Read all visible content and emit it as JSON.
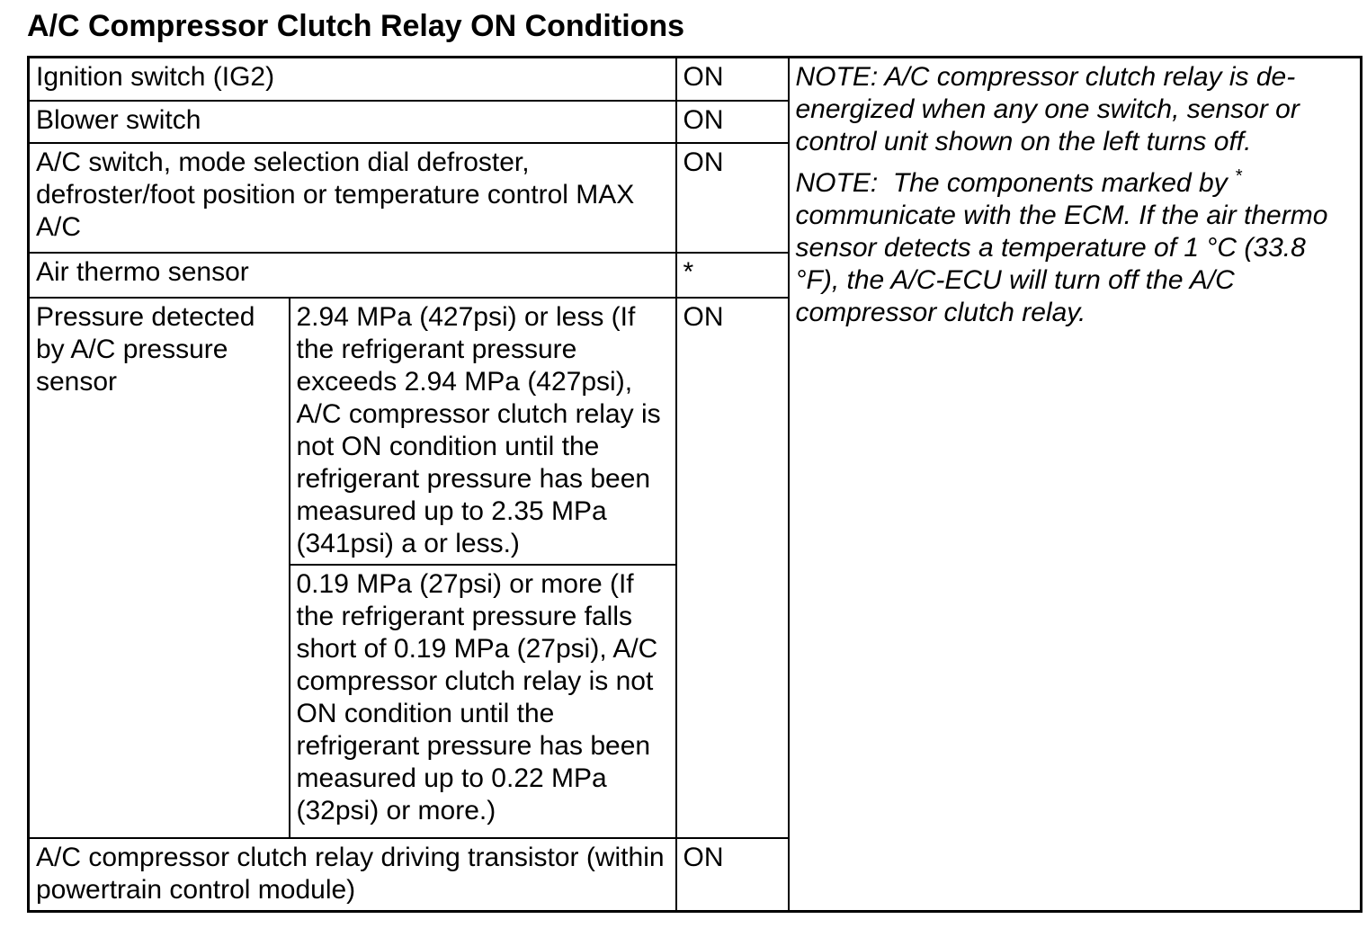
{
  "page_title": "A/C Compressor Clutch Relay ON Conditions",
  "table": {
    "rows": [
      {
        "label": "Ignition switch (IG2)",
        "state": "ON"
      },
      {
        "label": "Blower switch",
        "state": "ON"
      },
      {
        "label": "A/C switch, mode selection dial defroster, defroster/foot position or temperature control MAX A/C",
        "state": "ON"
      },
      {
        "label": "Air thermo sensor",
        "state": "*"
      },
      {
        "label": "Pressure detected by A/C pressure sensor",
        "state": "ON",
        "conditions": [
          "2.94 MPa (427psi) or less (If the refrigerant pressure exceeds 2.94 MPa (427psi), A/C compressor clutch relay is not ON condition until the refrigerant pressure has been measured up to 2.35 MPa (341psi) a or less.)",
          "0.19 MPa (27psi) or more (If the refrigerant pressure falls short of 0.19 MPa (27psi), A/C compressor clutch relay is not ON condition until the refrigerant pressure has been measured up to 0.22 MPa (32psi) or more.)"
        ]
      },
      {
        "label": "A/C compressor clutch relay driving transistor (within powertrain control module)",
        "state": "ON"
      }
    ],
    "notes": {
      "note1": "NOTE: A/C compressor clutch relay is de-energized when any one switch, sensor or control unit shown on the left turns off.",
      "note2_before": "NOTE:  The components marked by ",
      "note2_sup": "*",
      "note2_after": " communicate with the ECM. If the air thermo sensor detects a temperature of 1 °C (33.8 °F), the A/C-ECU will turn off the A/C compressor clutch relay."
    }
  }
}
